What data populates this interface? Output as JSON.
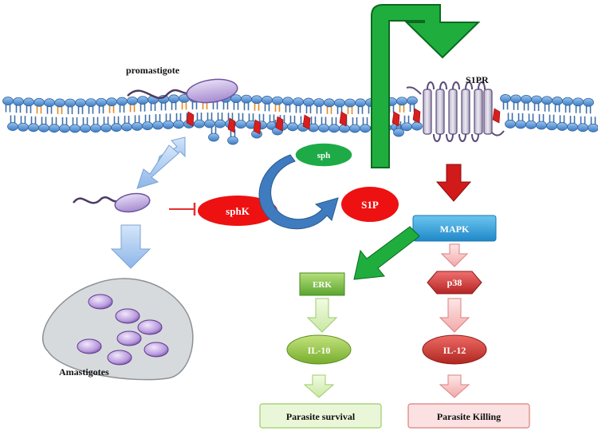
{
  "labels": {
    "promastigote": "promastigote",
    "s1pr": "S1PR",
    "sph": "sph",
    "sphk": "sphK",
    "s1p": "S1P",
    "mapk": "MAPK",
    "erk": "ERK",
    "p38": "p38",
    "il10": "IL-10",
    "il12": "IL-12",
    "parasite_survival": "Parasite survival",
    "parasite_killing": "Parasite Killing",
    "amastigotes": "Amastigotes"
  },
  "colors": {
    "lipid_head": "#5b9bd5",
    "lipid_tail": "#3f6fa8",
    "orange_lipid": "#e58a1f",
    "red_protein": "#d81e1e",
    "parasite_body": "#c9b3e6",
    "green_arrow": "#1fae3d",
    "red_ellipse": "#ee1111",
    "sph_green": "#1faa48",
    "mapk_blue": "#2d9fd8",
    "erk_green": "#7ec24a",
    "il10_green": "#8cbf3f",
    "p38_red": "#d33a3a",
    "il12_red": "#c8332f",
    "survival_bg": "#eaf6d8",
    "killing_bg": "#fbe1e1",
    "vacuole_bg": "#d7dadc",
    "blue_arrow": "#a8c8f0",
    "inhibit_red": "#e53030"
  },
  "icons": [
    "promastigote-parasite-icon",
    "receptor-icon",
    "amastigote-icon"
  ]
}
